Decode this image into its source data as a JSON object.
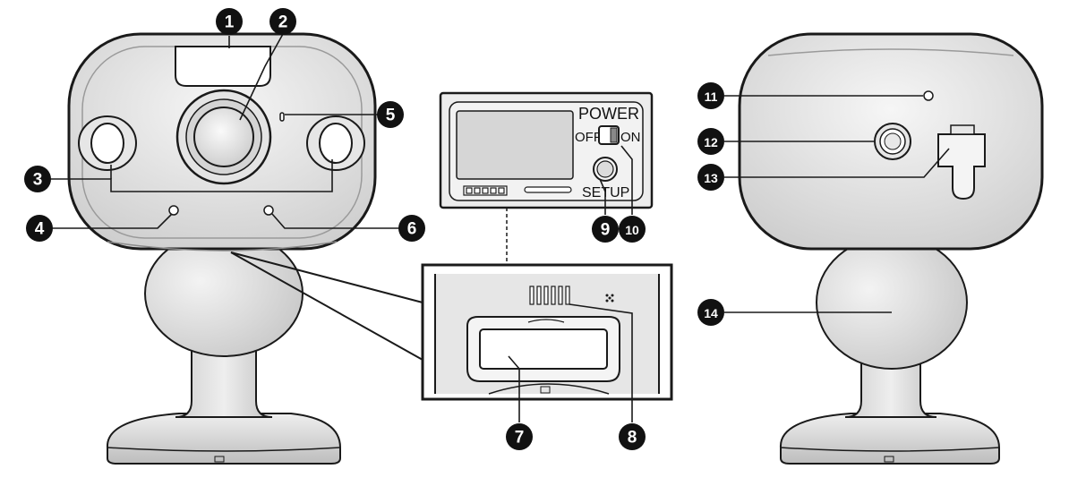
{
  "callouts": {
    "c1": "1",
    "c2": "2",
    "c3": "3",
    "c4": "4",
    "c5": "5",
    "c6": "6",
    "c7": "7",
    "c8": "8",
    "c9": "9",
    "c10": "10",
    "c11": "11",
    "c12": "12",
    "c13": "13",
    "c14": "14"
  },
  "panel_labels": {
    "power": "POWER",
    "off": "OFF",
    "on": "ON",
    "setup": "SETUP"
  },
  "colors": {
    "body": "#e2e2e2",
    "body_light": "#f4f4f4",
    "outline": "#1a1a1a",
    "callout_fill": "#111111",
    "panel_screen": "#d6d6d6",
    "panel_bg": "#ececec"
  }
}
